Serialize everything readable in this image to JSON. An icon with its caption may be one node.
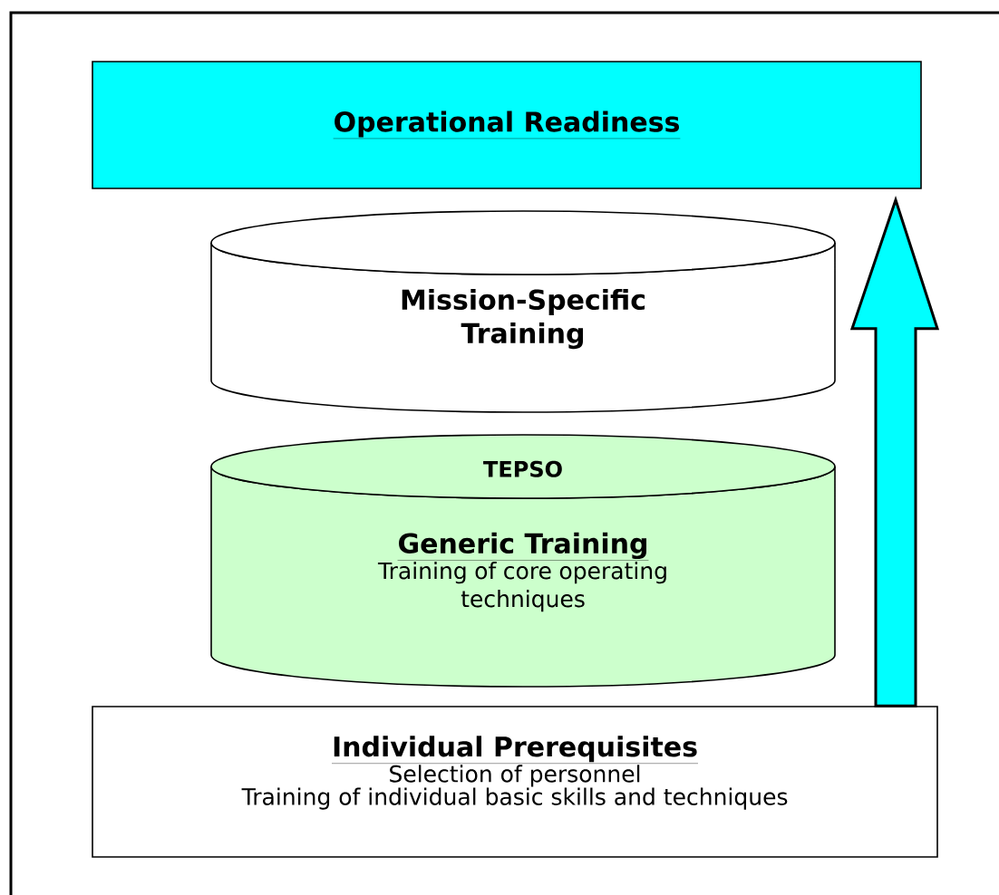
{
  "diagram": {
    "nodes": [
      {
        "text": [
          "Operational Readiness"
        ]
      },
      {
        "text": [
          "Mission-Specific Training"
        ]
      },
      {
        "text": [
          "TEPSO",
          "Generic Training",
          "Training of core operating techniques"
        ]
      },
      {
        "text": [
          "Individual Prerequisites",
          "Selection of personnel",
          "Training of individual basic skills and techniques"
        ]
      }
    ],
    "edges": [
      {
        "from": 3,
        "to": 0,
        "arrow": "to"
      }
    ]
  }
}
